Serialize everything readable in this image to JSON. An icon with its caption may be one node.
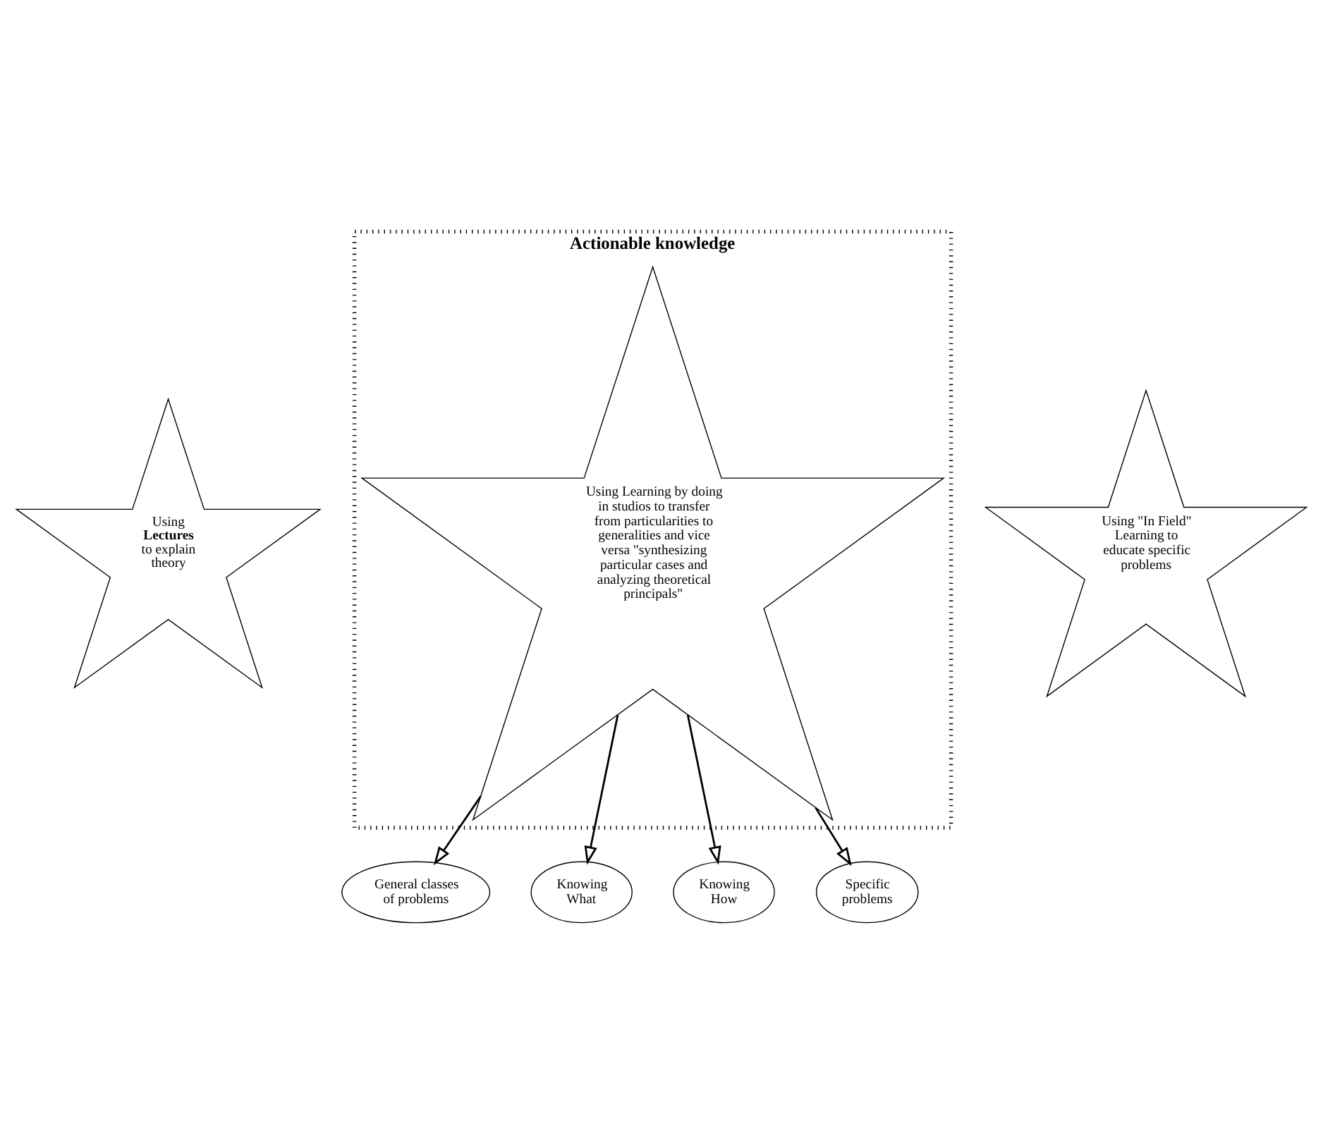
{
  "diagram": {
    "nodes": [
      {
        "text": [
          "Using **Lectures** to explain theory"
        ]
      },
      {
        "text": [
          "General classes of problems"
        ]
      },
      {
        "text": [
          "Actionable knowledge"
        ]
      },
      {
        "text": [
          "Using Learning by doing in studios to transfer from particularities to generalities and vice versa \"synthesizing particular cases and analyzing theoretical principals\""
        ],
        "in": 2
      },
      {
        "text": [
          "Knowing What"
        ]
      },
      {
        "text": [
          "Knowing How"
        ]
      },
      {
        "text": [
          "Specific problems"
        ]
      },
      {
        "text": [
          "Using \"In Field\" Learning to educate specific problems"
        ]
      }
    ],
    "edges": [
      {
        "from": 3,
        "to": 1,
        "arrow": "to"
      },
      {
        "from": 3,
        "to": 4,
        "arrow": "to"
      },
      {
        "from": 3,
        "to": 5,
        "arrow": "to"
      },
      {
        "from": 3,
        "to": 6,
        "arrow": "to"
      }
    ]
  }
}
